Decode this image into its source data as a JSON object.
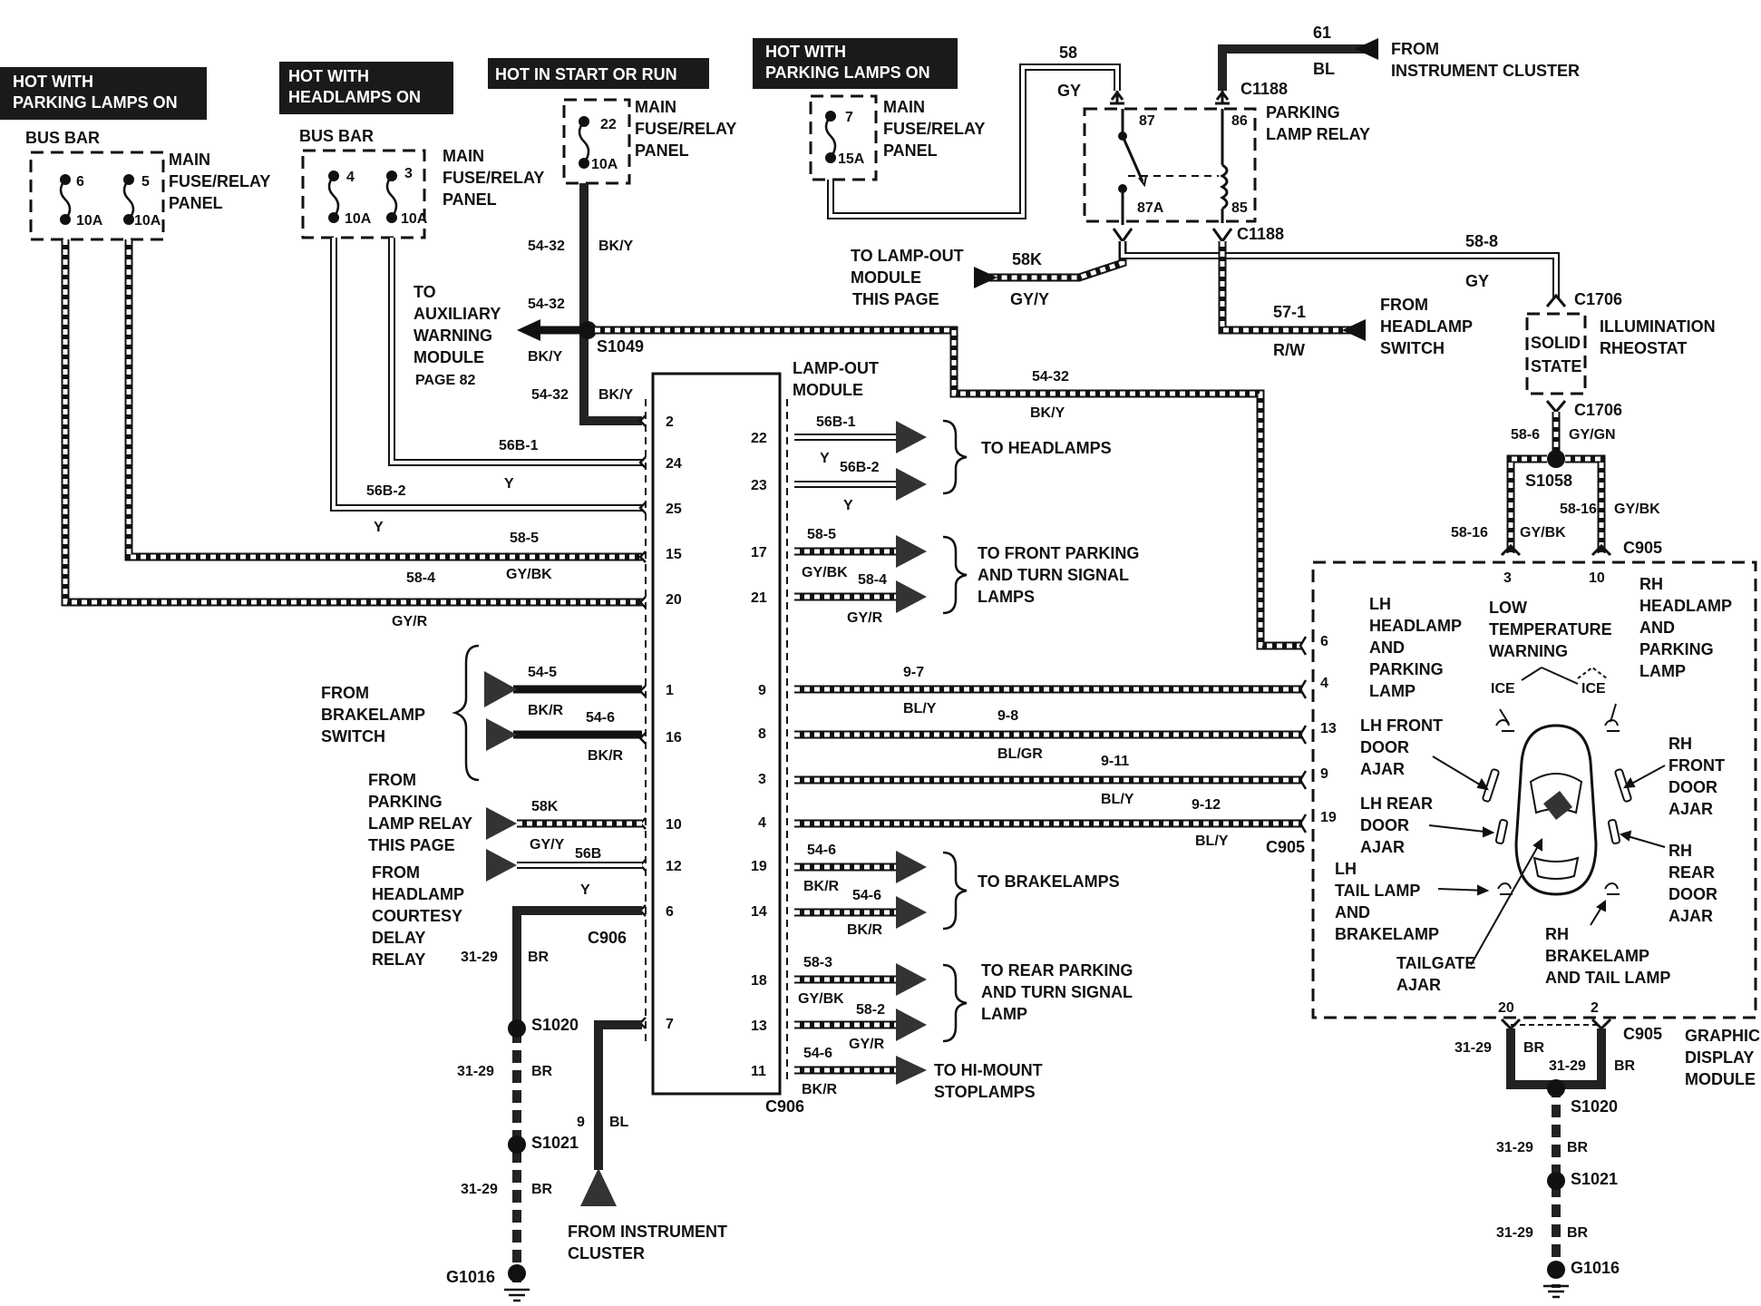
{
  "headers": {
    "hot_parking_1": [
      "HOT WITH",
      "PARKING LAMPS ON"
    ],
    "hot_headlamps": [
      "HOT WITH",
      "HEADLAMPS ON"
    ],
    "hot_start_run": "HOT IN START OR RUN",
    "hot_parking_2": [
      "HOT WITH",
      "PARKING LAMPS ON"
    ]
  },
  "fuse_panels": {
    "bus_bar": "BUS BAR",
    "panel_label": [
      "MAIN",
      "FUSE/RELAY",
      "PANEL"
    ],
    "f6": {
      "num": "6",
      "amp": "10A"
    },
    "f5": {
      "num": "5",
      "amp": "10A"
    },
    "f4": {
      "num": "4",
      "amp": "10A"
    },
    "f3": {
      "num": "3",
      "amp": "10A"
    },
    "f22": {
      "num": "22",
      "amp": "10A"
    },
    "f7": {
      "num": "7",
      "amp": "15A"
    }
  },
  "relay": {
    "name": [
      "PARKING",
      "LAMP RELAY"
    ],
    "pins": [
      "87",
      "86",
      "87A",
      "85"
    ],
    "connector": "C1188",
    "from_ic": [
      "FROM",
      "INSTRUMENT CLUSTER"
    ],
    "from_hl_switch": [
      "FROM",
      "HEADLAMP",
      "SWITCH"
    ],
    "to_lamp_out": [
      "TO LAMP-OUT",
      "MODULE",
      "THIS PAGE"
    ]
  },
  "rheostat": {
    "connector": "C1706",
    "body": [
      "SOLID",
      "STATE"
    ],
    "name": [
      "ILLUMINATION",
      "RHEOSTAT"
    ],
    "splice": "S1058"
  },
  "aux": [
    "TO",
    "AUXILIARY",
    "WARNING",
    "MODULE",
    "PAGE 82"
  ],
  "splice_s1049": "S1049",
  "lamp_out": {
    "title": [
      "LAMP-OUT",
      "MODULE"
    ],
    "connector": "C906",
    "left_pins": [
      "2",
      "24",
      "25",
      "15",
      "20",
      "1",
      "16",
      "10",
      "12",
      "6",
      "7"
    ],
    "right_pins": [
      "22",
      "23",
      "17",
      "21",
      "9",
      "8",
      "3",
      "4",
      "19",
      "14",
      "18",
      "13",
      "11"
    ]
  },
  "wires": {
    "w61": "61",
    "bl": "BL",
    "w58": "58",
    "gy": "GY",
    "w58k": "58K",
    "gyy": "GY/Y",
    "w58_8": "58-8",
    "w57_1": "57-1",
    "rw": "R/W",
    "w54_32": "54-32",
    "bky": "BK/Y",
    "w56b1": "56B-1",
    "w56b2": "56B-2",
    "y": "Y",
    "w58_5": "58-5",
    "gybk": "GY/BK",
    "w58_4": "58-4",
    "gyr": "GY/R",
    "w54_5": "54-5",
    "bkr": "BK/R",
    "w54_6": "54-6",
    "w56b": "56B",
    "w31_29": "31-29",
    "br": "BR",
    "w9": "9",
    "w9_7": "9-7",
    "bly": "BL/Y",
    "w9_8": "9-8",
    "blgr": "BL/GR",
    "w9_11": "9-11",
    "w9_12": "9-12",
    "w58_3": "58-3",
    "w58_2": "58-2",
    "w58_6": "58-6",
    "gygn": "GY/GN",
    "w58_16": "58-16"
  },
  "destinations": {
    "headlamps": "TO HEADLAMPS",
    "front_parking": [
      "TO FRONT PARKING",
      "AND TURN SIGNAL",
      "LAMPS"
    ],
    "brakelamps": "TO BRAKELAMPS",
    "rear_parking": [
      "TO REAR PARKING",
      "AND TURN SIGNAL",
      "LAMP"
    ],
    "hi_mount": [
      "TO HI-MOUNT",
      "STOPLAMPS"
    ]
  },
  "sources": {
    "brakelamp_switch": [
      "FROM",
      "BRAKELAMP",
      "SWITCH"
    ],
    "parking_relay": [
      "FROM",
      "PARKING",
      "LAMP RELAY",
      "THIS PAGE"
    ],
    "hl_courtesy": [
      "FROM",
      "HEADLAMP",
      "COURTESY",
      "DELAY",
      "RELAY"
    ],
    "instrument_cluster": [
      "FROM INSTRUMENT",
      "CLUSTER"
    ]
  },
  "grounds": {
    "s1020": "S1020",
    "s1021": "S1021",
    "g1016": "G1016"
  },
  "gdm": {
    "name": [
      "GRAPHIC",
      "DISPLAY",
      "MODULE"
    ],
    "connector": "C905",
    "top_pins": [
      "3",
      "10"
    ],
    "left_pins": [
      "6",
      "4",
      "13",
      "9",
      "19"
    ],
    "bottom_pins": [
      "20",
      "2"
    ],
    "lh_headlamp": [
      "LH",
      "HEADLAMP",
      "AND",
      "PARKING",
      "LAMP"
    ],
    "low_temp": [
      "LOW",
      "TEMPERATURE",
      "WARNING"
    ],
    "ice": "ICE",
    "rh_headlamp": [
      "RH",
      "HEADLAMP",
      "AND",
      "PARKING",
      "LAMP"
    ],
    "lh_front": [
      "LH FRONT",
      "DOOR",
      "AJAR"
    ],
    "rh_front": [
      "RH",
      "FRONT",
      "DOOR",
      "AJAR"
    ],
    "lh_rear": [
      "LH REAR",
      "DOOR",
      "AJAR"
    ],
    "rh_rear": [
      "RH",
      "REAR",
      "DOOR",
      "AJAR"
    ],
    "lh_tail": [
      "LH",
      "TAIL LAMP",
      "AND",
      "BRAKELAMP"
    ],
    "tailgate": [
      "TAILGATE",
      "AJAR"
    ],
    "rh_brake": [
      "RH",
      "BRAKELAMP",
      "AND TAIL LAMP"
    ]
  }
}
